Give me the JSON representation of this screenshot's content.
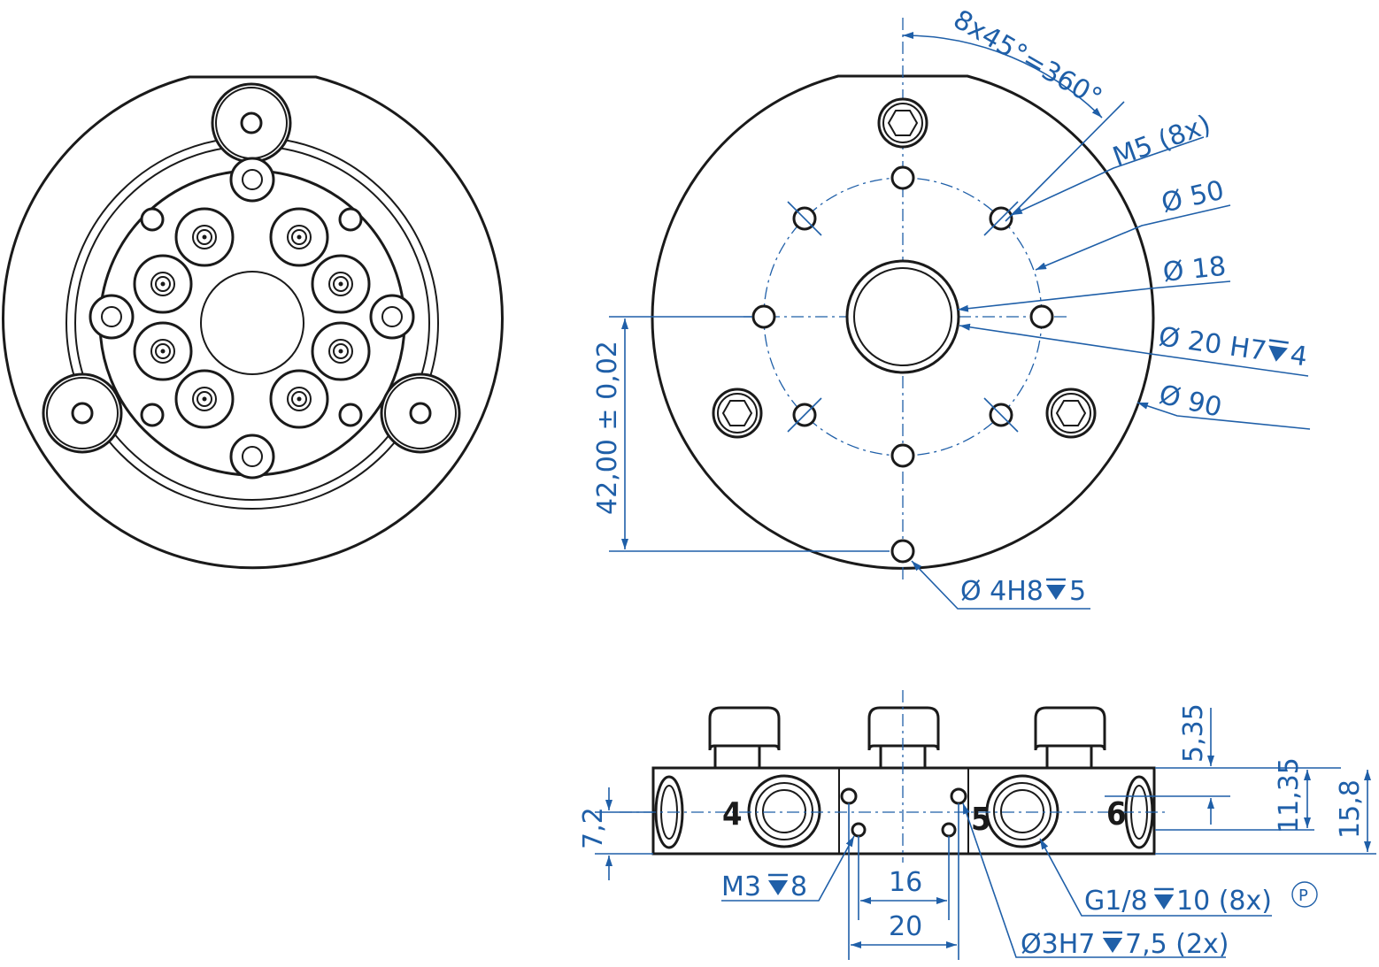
{
  "top_view": {
    "pattern_label": "8x45°=360°",
    "thread_holes": "M5 (8x)",
    "dia_50": "Ø 50",
    "dia_18": "Ø 18",
    "dia_20": "Ø 20 H7",
    "dia_20_depth": "4",
    "dia_90": "Ø 90",
    "offset": "42,00 ± 0,02",
    "pin_hole": "Ø 4H8",
    "pin_hole_depth": "5"
  },
  "side_view": {
    "height_7_2": "7,2",
    "height_5_35": "5,35",
    "height_11_35": "11,35",
    "height_15_8": "15,8",
    "width_16": "16",
    "width_20": "20",
    "m3": "M3",
    "m3_depth": "8",
    "g18": "G1/8",
    "g18_depth": "10 (8x)",
    "dowel": "Ø3H7",
    "dowel_depth": "7,5 (2x)",
    "port_4": "4",
    "port_5": "5",
    "port_6": "6",
    "p_symbol": "P"
  },
  "colors": {
    "dimension": "#1f5fa8",
    "part": "#1a1a1a"
  }
}
